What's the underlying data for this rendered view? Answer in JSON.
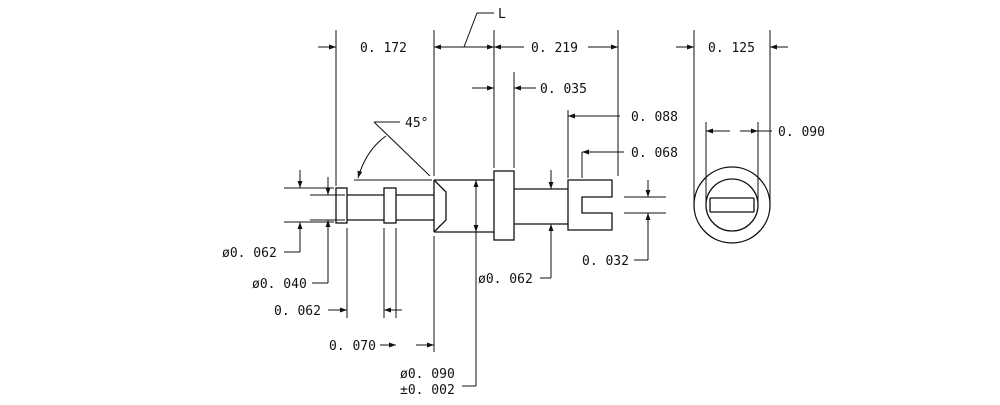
{
  "dims": {
    "L": "L",
    "w0172": "0. 172",
    "w0219": "0. 219",
    "w0125": "0. 125",
    "w0035": "0. 035",
    "w0088": "0. 088",
    "w0068": "0. 068",
    "w0090r": "0. 090",
    "angle45": "45°",
    "d0062": "ø0. 062",
    "d0040": "ø0. 040",
    "w0062": "0. 062",
    "w0070": "0. 070",
    "d0090": "ø0. 090",
    "tol0002": "±0. 002",
    "d0062b": "ø0. 062",
    "w0032": "0. 032"
  }
}
